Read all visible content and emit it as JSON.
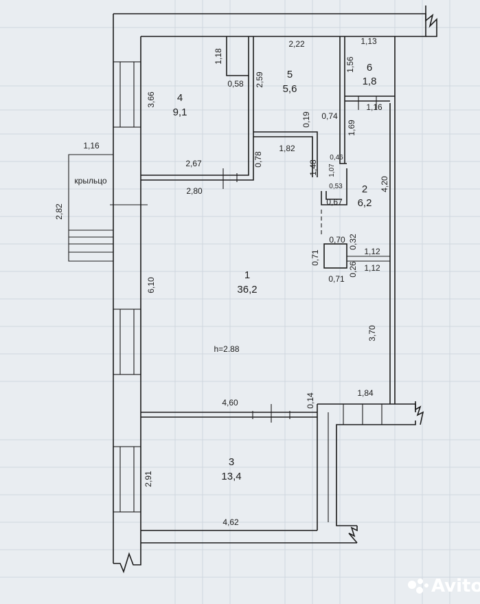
{
  "rooms": [
    {
      "id": "room-1",
      "number": "1",
      "area": "36,2"
    },
    {
      "id": "room-2",
      "number": "2",
      "area": "6,2"
    },
    {
      "id": "room-3",
      "number": "3",
      "area": "13,4"
    },
    {
      "id": "room-4",
      "number": "4",
      "area": "9,1"
    },
    {
      "id": "room-5",
      "number": "5",
      "area": "5,6"
    },
    {
      "id": "room-6",
      "number": "6",
      "area": "1,8"
    }
  ],
  "ceiling_height": "h=2.88",
  "porch_label": "крыльцо",
  "dimensions": {
    "d_2_22": "2,22",
    "d_1_13": "1,13",
    "d_1_18": "1,18",
    "d_0_58": "0,58",
    "d_2_59": "2,59",
    "d_1_56": "1,56",
    "d_3_66": "3,66",
    "d_0_74": "0,74",
    "d_1_16_top": "1,16",
    "d_0_19": "0,19",
    "d_1_69": "1,69",
    "d_1_16_porch": "1,16",
    "d_1_82": "1,82",
    "d_0_78": "0,78",
    "d_0_46": "0,46",
    "d_1_07": "1,07",
    "d_2_67": "2,67",
    "d_1_48": "1,48",
    "d_4_20": "4,20",
    "d_2_80": "2,80",
    "d_0_53": "0,53",
    "d_0_67": "0,67",
    "d_2_82": "2,82",
    "d_0_70": "0,70",
    "d_0_32": "0,32",
    "d_1_12_a": "1,12",
    "d_0_71_v": "0,71",
    "d_0_26": "0,26",
    "d_1_12_b": "1,12",
    "d_0_71_h": "0,71",
    "d_6_10": "6,10",
    "d_3_70": "3,70",
    "d_4_60": "4,60",
    "d_0_14": "0,14",
    "d_1_84": "1,84",
    "d_2_91": "2,91",
    "d_4_62": "4,62"
  },
  "watermark": "Avito"
}
